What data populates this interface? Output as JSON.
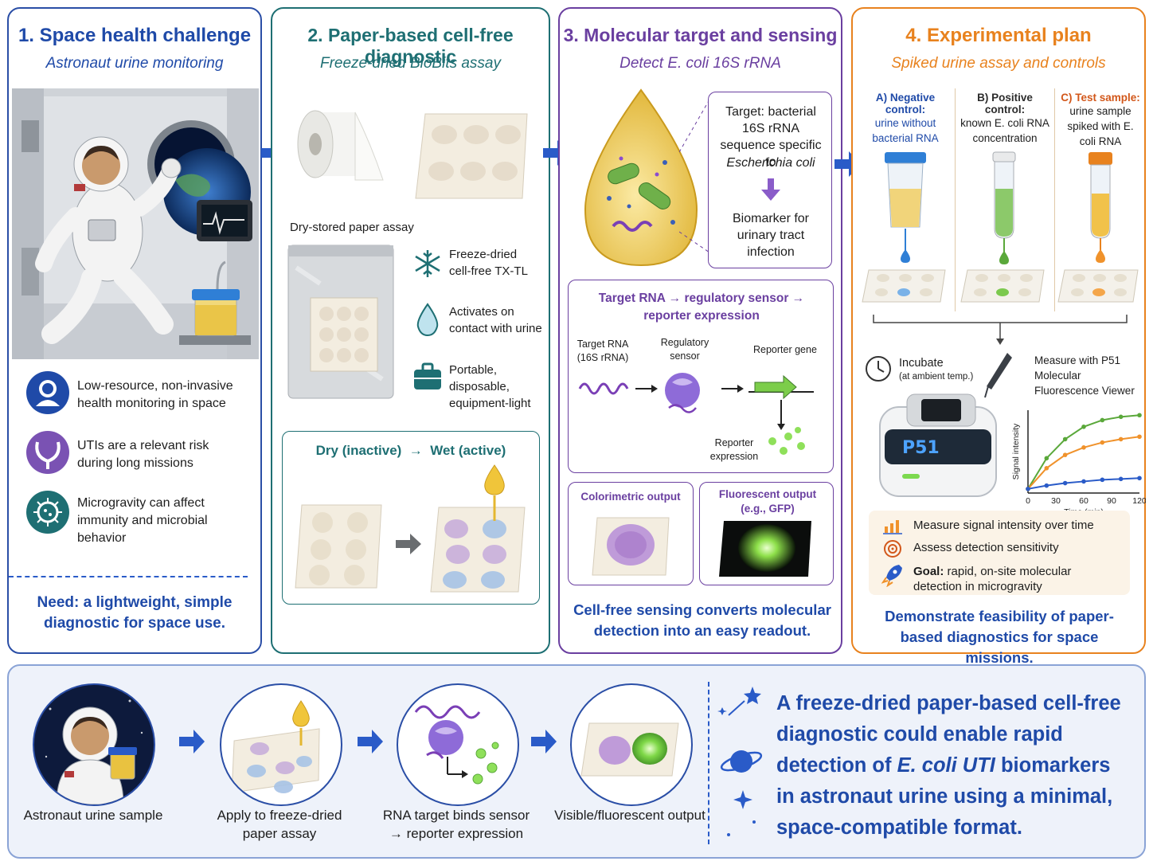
{
  "colors": {
    "blue": "#1f4aa8",
    "teal": "#1e6f73",
    "purple": "#6a3fa0",
    "orange": "#e8821e",
    "arrow": "#2a5bc8"
  },
  "panel1": {
    "title": "1. Space health challenge",
    "subtitle": "Astronaut urine monitoring",
    "points": [
      {
        "icon": "astronaut-icon",
        "text": "Low-resource, non-invasive health monitoring in space"
      },
      {
        "icon": "urinary-tract-icon",
        "text": "UTIs are a relevant risk during long missions"
      },
      {
        "icon": "microbe-icon",
        "text": "Microgravity can affect immunity and microbial behavior"
      }
    ],
    "need": "Need: a lightweight, simple diagnostic for space use."
  },
  "panel2": {
    "title": "2. Paper-based cell-free diagnostic",
    "subtitle": "Freeze-dried BioBits assay",
    "dry_label": "Dry-stored paper assay",
    "features": [
      {
        "icon": "snowflake-icon",
        "text": "Freeze-dried cell-free TX-TL"
      },
      {
        "icon": "droplet-icon",
        "text": "Activates on contact with urine"
      },
      {
        "icon": "briefcase-icon",
        "text": "Portable, disposable, equipment-light"
      }
    ],
    "activation_title": "Dry (inactive)  →  Wet (active)"
  },
  "panel3": {
    "title": "3. Molecular target and sensing",
    "subtitle": "Detect E. coli 16S rRNA",
    "target_line1": "Target: bacterial 16S rRNA sequence specific to",
    "target_species": "Escherichia coli",
    "biomarker": "Biomarker for urinary tract infection",
    "pathway_title": "Target RNA → regulatory sensor → reporter expression",
    "target_rna": "Target RNA (16S rRNA)",
    "reg_sensor": "Regulatory sensor",
    "reporter_gene": "Reporter gene",
    "reporter_expression": "Reporter expression",
    "colorimetric": "Colorimetric output",
    "fluorescent": "Fluorescent output (e.g., GFP)",
    "footer": "Cell-free sensing converts molecular detection into an easy readout."
  },
  "panel4": {
    "title": "4. Experimental plan",
    "subtitle": "Spiked urine assay and controls",
    "controls": [
      {
        "label": "A) Negative control:",
        "desc": "urine without bacterial RNA",
        "color": "#2f7fd6"
      },
      {
        "label": "B) Positive control:",
        "desc": "known E. coli RNA concentration",
        "color": "#6ab04c"
      },
      {
        "label": "C) Test sample:",
        "desc": "urine sample spiked with E. coli RNA",
        "color": "#f0922b"
      }
    ],
    "incubate": "Incubate",
    "incubate_note": "(at ambient temp.)",
    "measure": "Measure with P51 Molecular Fluorescence Viewer",
    "device_label": "P51",
    "bullets": [
      {
        "icon": "bar-chart-icon",
        "text": "Measure signal intensity over time"
      },
      {
        "icon": "target-icon",
        "text": "Assess detection sensitivity"
      },
      {
        "icon": "rocket-icon",
        "bold": "Goal:",
        "text": " rapid, on-site molecular detection in microgravity"
      }
    ],
    "footer": "Demonstrate feasibility of paper-based diagnostics for space missions."
  },
  "chart_data": {
    "type": "line",
    "xlabel": "Time (min)",
    "ylabel": "Signal intensity",
    "x": [
      0,
      20,
      40,
      60,
      80,
      100,
      120
    ],
    "xticks": [
      "0",
      "30",
      "60",
      "90",
      "120"
    ],
    "xtick_values": [
      0,
      30,
      60,
      90,
      120
    ],
    "xlim": [
      0,
      120
    ],
    "ylim": [
      0,
      100
    ],
    "series": [
      {
        "color": "#5aa83a",
        "values": [
          5,
          42,
          65,
          80,
          88,
          92,
          94
        ]
      },
      {
        "color": "#f0922b",
        "values": [
          5,
          30,
          46,
          55,
          61,
          65,
          68
        ]
      },
      {
        "color": "#2a5bc8",
        "values": [
          5,
          9,
          12,
          14,
          16,
          17,
          18
        ]
      }
    ]
  },
  "bottom": {
    "steps": [
      {
        "label": "Astronaut urine sample"
      },
      {
        "label": "Apply to freeze-dried paper assay"
      },
      {
        "label": "RNA target binds sensor → reporter expression"
      },
      {
        "label": "Visible/fluorescent output"
      }
    ],
    "conclusion_a": "A freeze-dried paper-based cell-free diagnostic could enable rapid detection of ",
    "conclusion_em": "E. coli UTI",
    "conclusion_b": " biomarkers in astronaut urine using a minimal, space-compatible format."
  }
}
